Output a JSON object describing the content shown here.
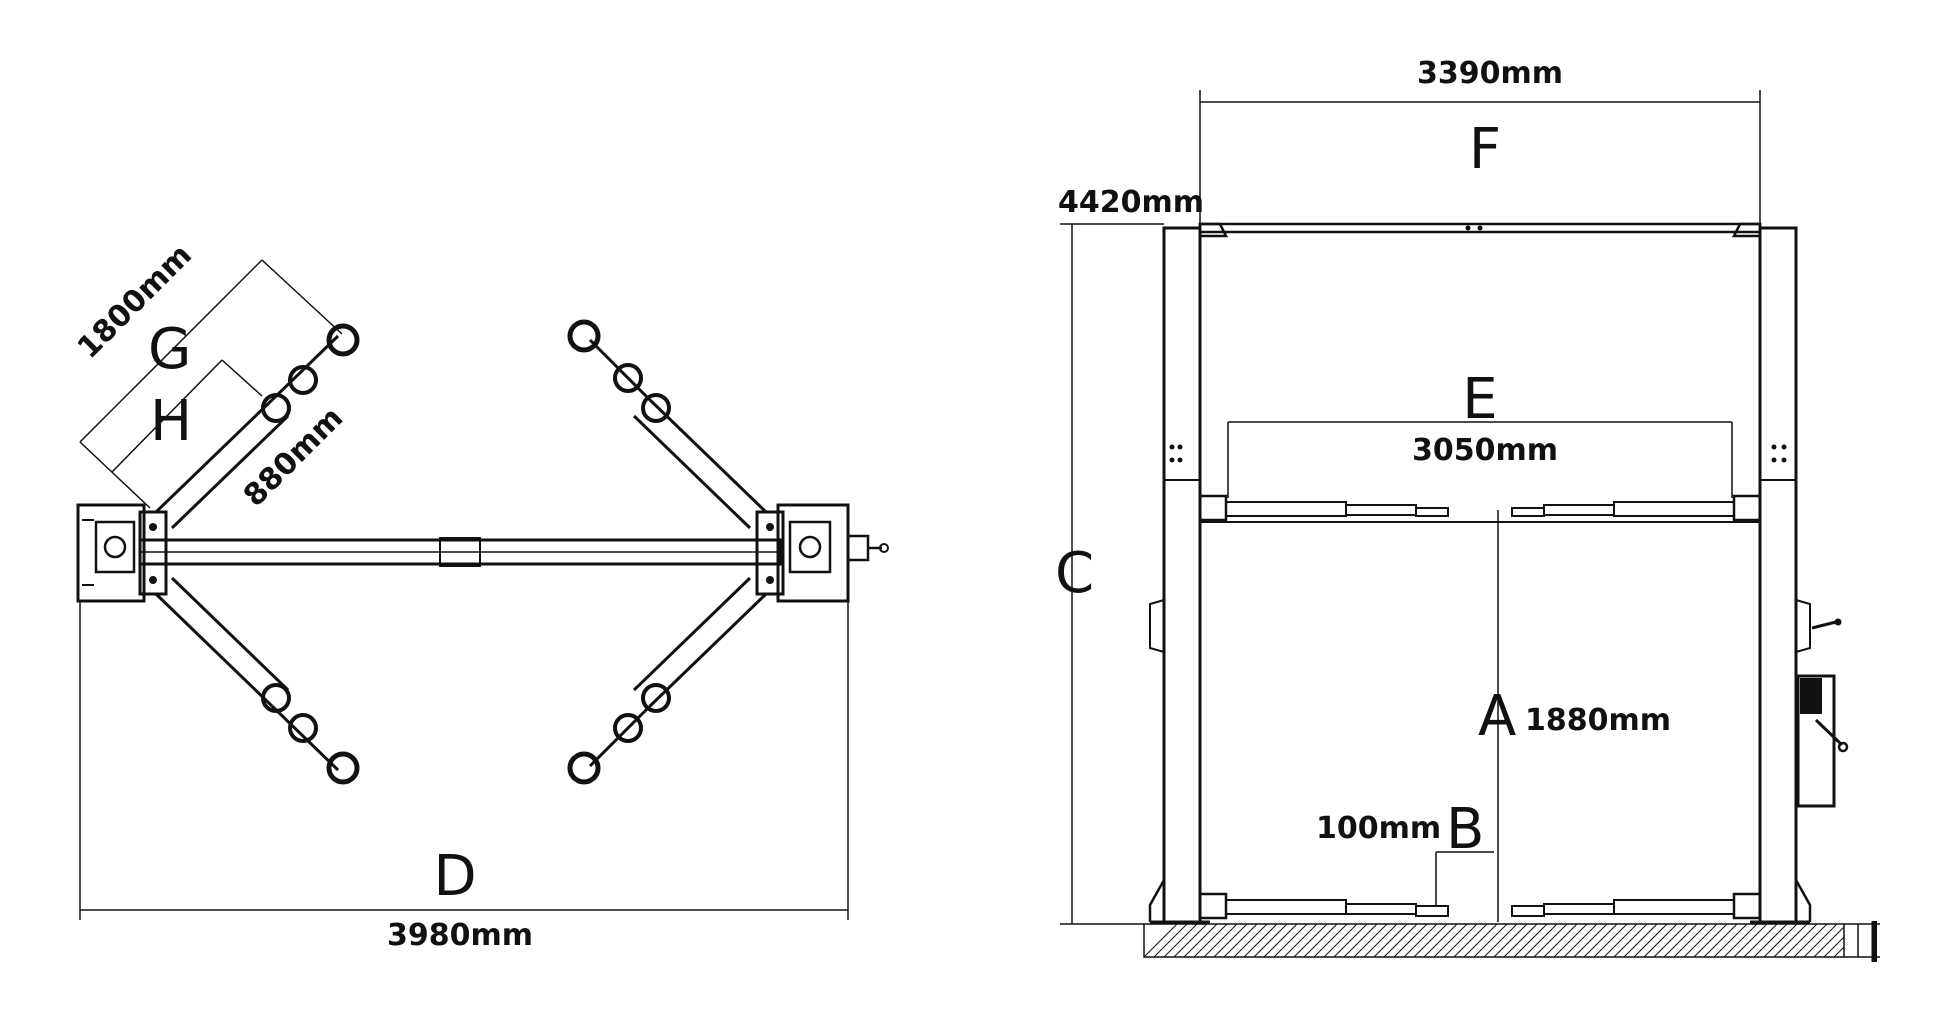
{
  "top_view": {
    "dim_D": {
      "letter": "D",
      "value": "3980mm"
    },
    "dim_G": {
      "letter": "G",
      "value": "1800mm"
    },
    "dim_H": {
      "letter": "H",
      "value": "880mm"
    }
  },
  "front_view": {
    "dim_F": {
      "letter": "F",
      "value": "3390mm"
    },
    "dim_C": {
      "letter": "C",
      "value": "4420mm"
    },
    "dim_E": {
      "letter": "E",
      "value": "3050mm"
    },
    "dim_A": {
      "letter": "A",
      "value": "1880mm"
    },
    "dim_B": {
      "letter": "B",
      "value": "100mm"
    },
    "dim_I": {
      "letter": "I"
    }
  }
}
